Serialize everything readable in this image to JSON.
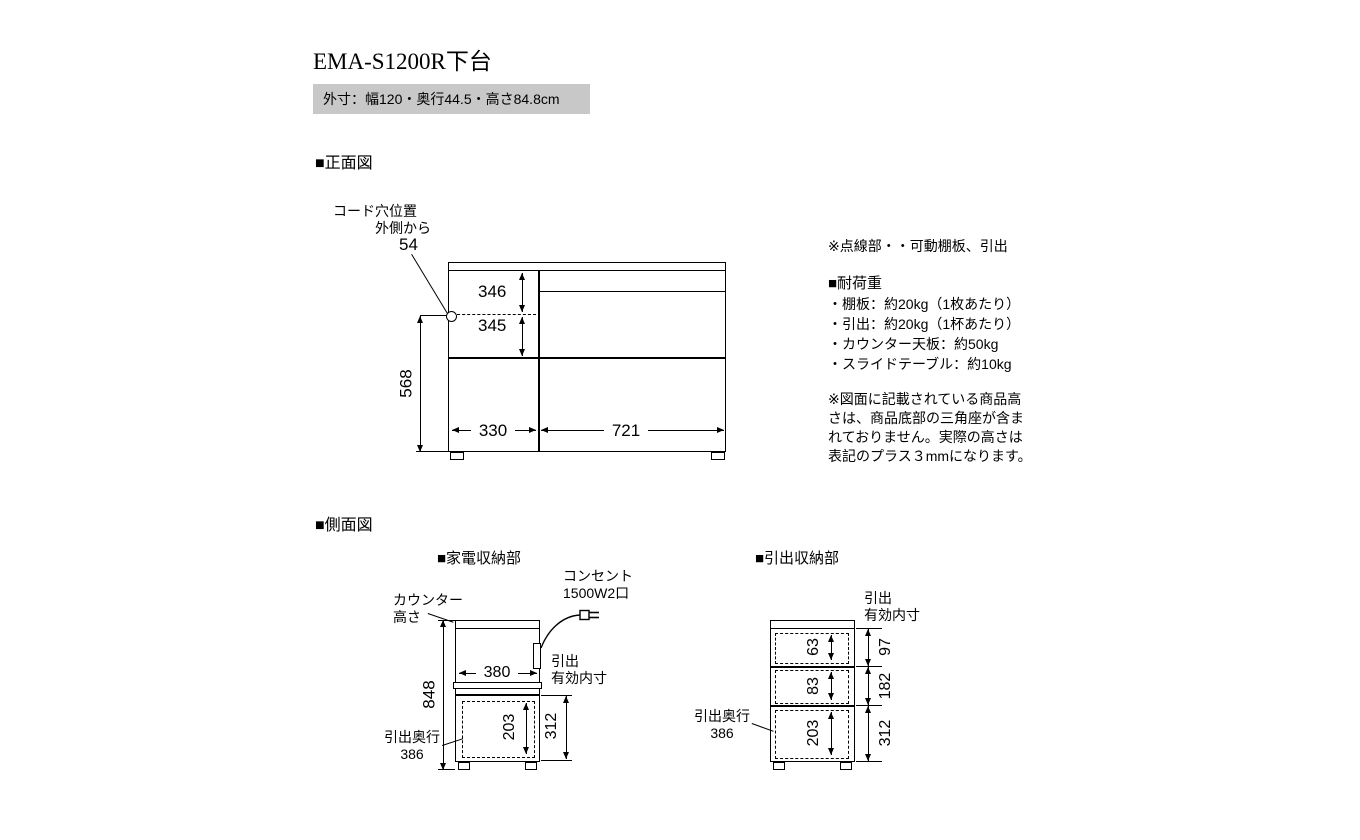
{
  "title": "EMA-S1200R下台",
  "outer_size": "外寸：幅120・奥行44.5・高さ84.8cm",
  "front": {
    "heading": "■正面図",
    "cord_hole_line1": "コード穴位置",
    "cord_hole_line2": "外側から",
    "cord_hole_offset": "54",
    "upper_height": "346",
    "lower_height": "345",
    "hole_height": "568",
    "left_width": "330",
    "right_width": "721"
  },
  "notes": {
    "dotted": "※点線部・・可動棚板、引出",
    "load_heading": "■耐荷重",
    "loads": [
      "・棚板：約20kg（1枚あたり）",
      "・引出：約20kg（1杯あたり）",
      "・カウンター天板：約50kg",
      "・スライドテーブル：約10kg"
    ],
    "height_note": "※図面に記載されている商品高\nさは、商品底部の三角座が含ま\nれておりません。実際の高さは\n表記のプラス３mmになります。"
  },
  "side": {
    "heading": "■側面図",
    "appliance": {
      "heading": "■家電収納部",
      "counter_label": "カウンター\n高さ",
      "outlet_label": "コンセント\n1500W2口",
      "total_height": "848",
      "inner_width": "380",
      "drawer_label": "引出\n有効内寸",
      "opening_height": "312",
      "drawer_inner": "203",
      "depth_label": "引出奥行\n386"
    },
    "chest": {
      "heading": "■引出収納部",
      "drawer_label": "引出\n有効内寸",
      "inner1": "63",
      "inner2": "83",
      "inner3": "203",
      "open1": "97",
      "open2": "182",
      "open3": "312",
      "depth_label": "引出奥行\n386"
    }
  }
}
